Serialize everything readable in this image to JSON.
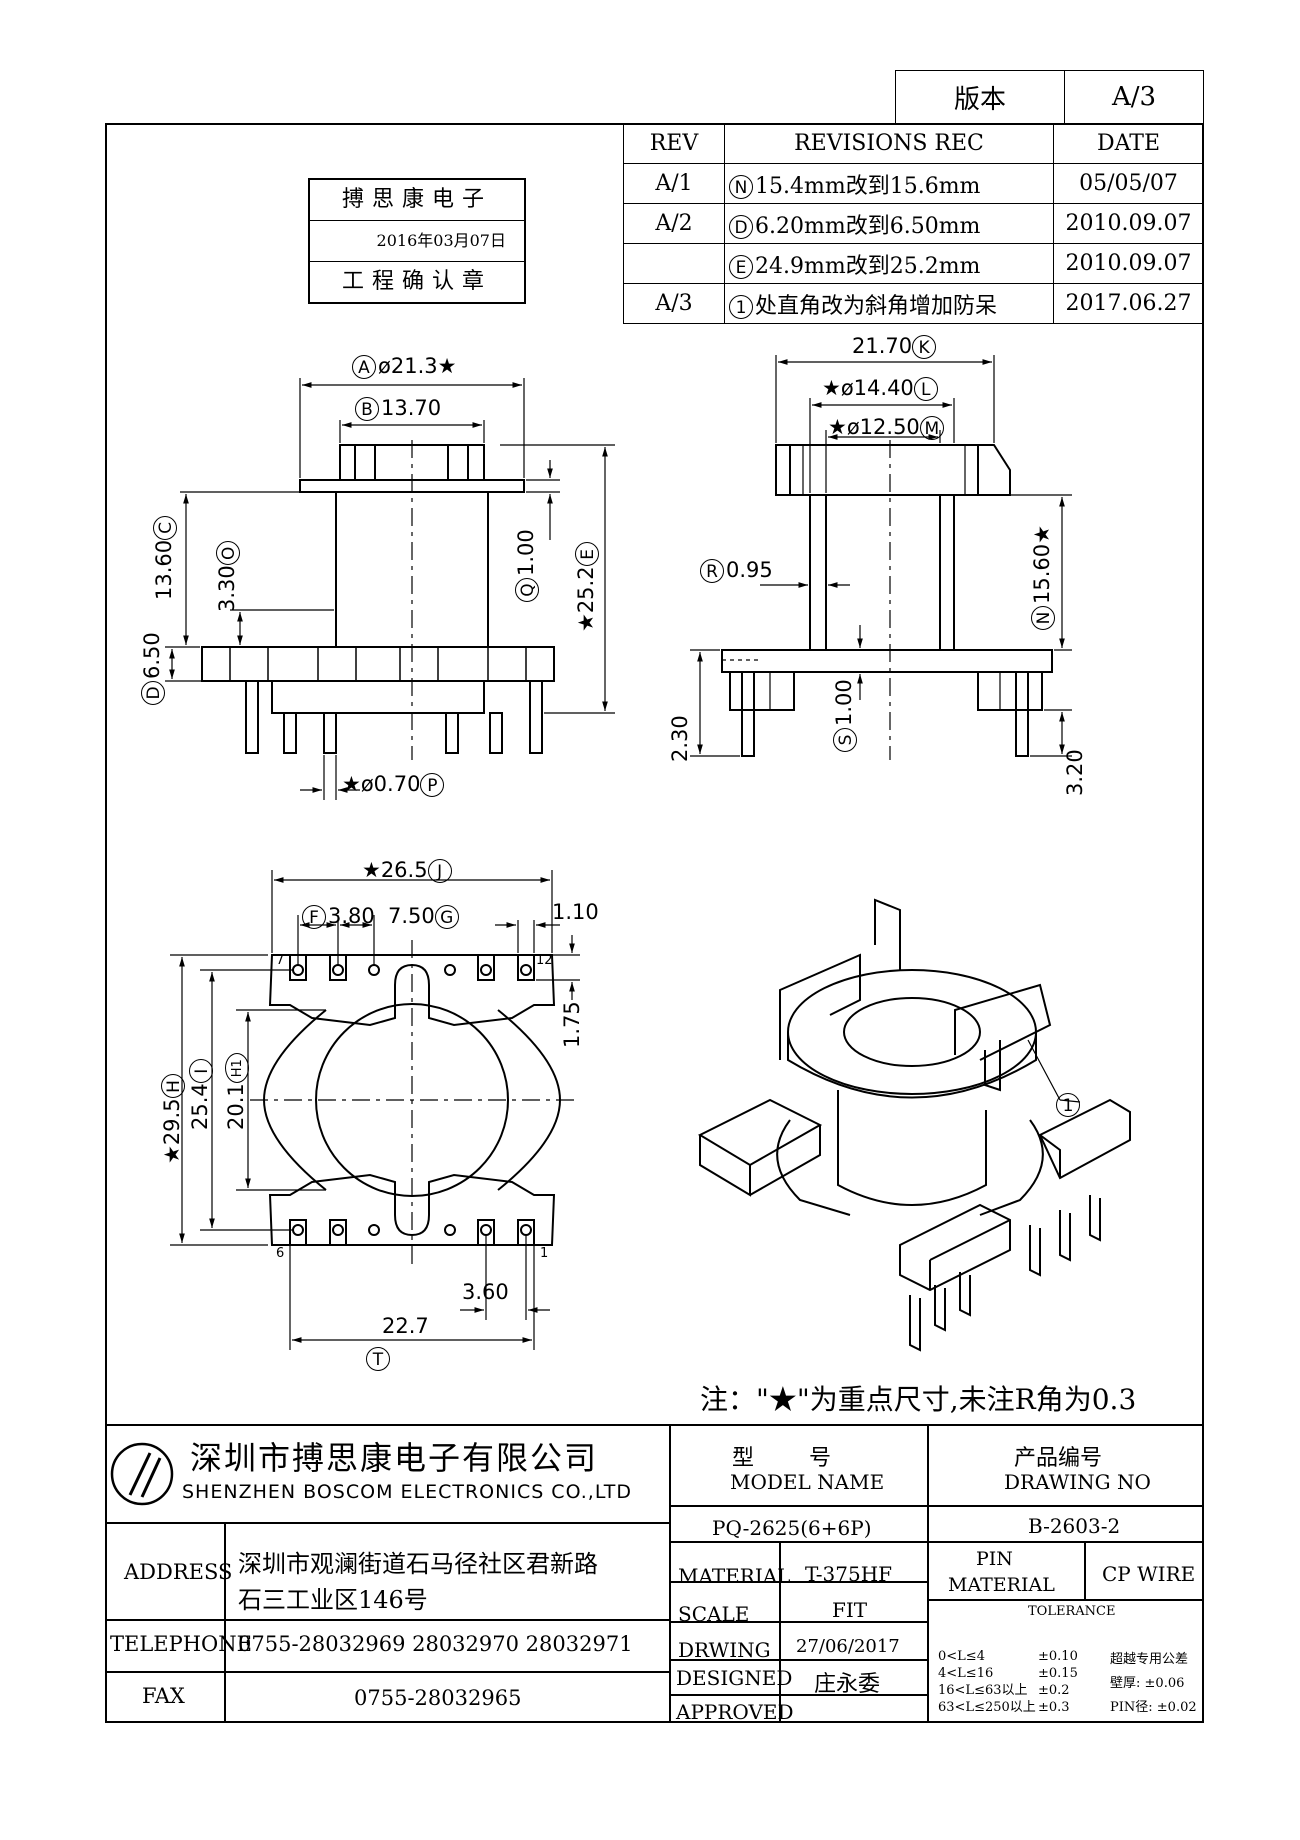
{
  "version": {
    "label": "版本",
    "value": "A/3"
  },
  "revisions": {
    "headers": [
      "REV",
      "REVISIONS REC",
      "DATE"
    ],
    "rows": [
      {
        "rev": "A/1",
        "mark": "N",
        "text": "15.4mm改到15.6mm",
        "date": "05/05/07"
      },
      {
        "rev": "A/2",
        "mark": "D",
        "text": "6.20mm改到6.50mm",
        "date": "2010.09.07"
      },
      {
        "rev": "",
        "mark": "E",
        "text": "24.9mm改到25.2mm",
        "date": "2010.09.07"
      },
      {
        "rev": "A/3",
        "mark": "1",
        "text": "处直角改为斜角增加防呆",
        "date": "2017.06.27"
      }
    ]
  },
  "stamp": {
    "company": "搏思康电子",
    "date": "2016年03月07日",
    "label": "工程确认章"
  },
  "dims": {
    "a": "ø21.3★",
    "b": "13.70",
    "c": "13.60",
    "o": "3.30",
    "q": "1.00",
    "e": "★25.2",
    "d": "6.50",
    "p": "★ø0.70",
    "k": "21.70",
    "l": "★ø14.40",
    "m": "★ø12.50",
    "r": "0.95",
    "n": "15.60★",
    "s": "1.00",
    "h230": "2.30",
    "h320": "3.20",
    "j": "★26.5",
    "f": "3.80",
    "g": "7.50",
    "w110": "1.10",
    "w175": "1.75",
    "h": "★29.5",
    "i": "25.4",
    "h1": "20.1",
    "w360": "3.60",
    "t": "22.7",
    "pin7": "7",
    "pin12": "12",
    "pin6": "6",
    "pin1": "1",
    "callout": "1"
  },
  "note": "注：\"★\"为重点尺寸,未注R角为0.3",
  "titleblock": {
    "company_cn": "深圳市搏思康电子有限公司",
    "company_en": "SHENZHEN BOSCOM ELECTRONICS CO.,LTD",
    "model_cn": "型 号",
    "model_en": "MODEL NAME",
    "model": "PQ-2625(6+6P)",
    "drawing_cn": "产品编号",
    "drawing_en": "DRAWING NO",
    "drawing": "B-2603-2",
    "address_label": "ADDRESS",
    "address_1": "深圳市观澜街道石马径社区君新路",
    "address_2": "石三工业区146号",
    "telephone_label": "TELEPHONE",
    "telephone": "0755-28032969 28032970 28032971",
    "fax_label": "FAX",
    "fax": "0755-28032965",
    "material_label": "MATERIAL",
    "material": "T-375HF",
    "pin_label_1": "PIN",
    "pin_label_2": "MATERIAL",
    "pin_material": "CP WIRE",
    "scale_label": "SCALE",
    "scale": "FIT",
    "drawing_date_label": "DRWING",
    "drawing_date": "27/06/2017",
    "designed_label": "DESIGNED",
    "designed": "庄永委",
    "approved_label": "APPROVED",
    "tolerance_label": "TOLERANCE",
    "tolerance": [
      {
        "range": "0<L≤4",
        "tol": "±0.10"
      },
      {
        "range": "4<L≤16",
        "tol": "±0.15"
      },
      {
        "range": "16<L≤63以上",
        "tol": "±0.2"
      },
      {
        "range": "63<L≤250以上",
        "tol": "±0.3"
      }
    ],
    "tol_extra": [
      {
        "label": "超越专用公差",
        "val": ""
      },
      {
        "label": "壁厚:",
        "val": "±0.06"
      },
      {
        "label": "PIN径:",
        "val": "±0.02"
      }
    ]
  }
}
